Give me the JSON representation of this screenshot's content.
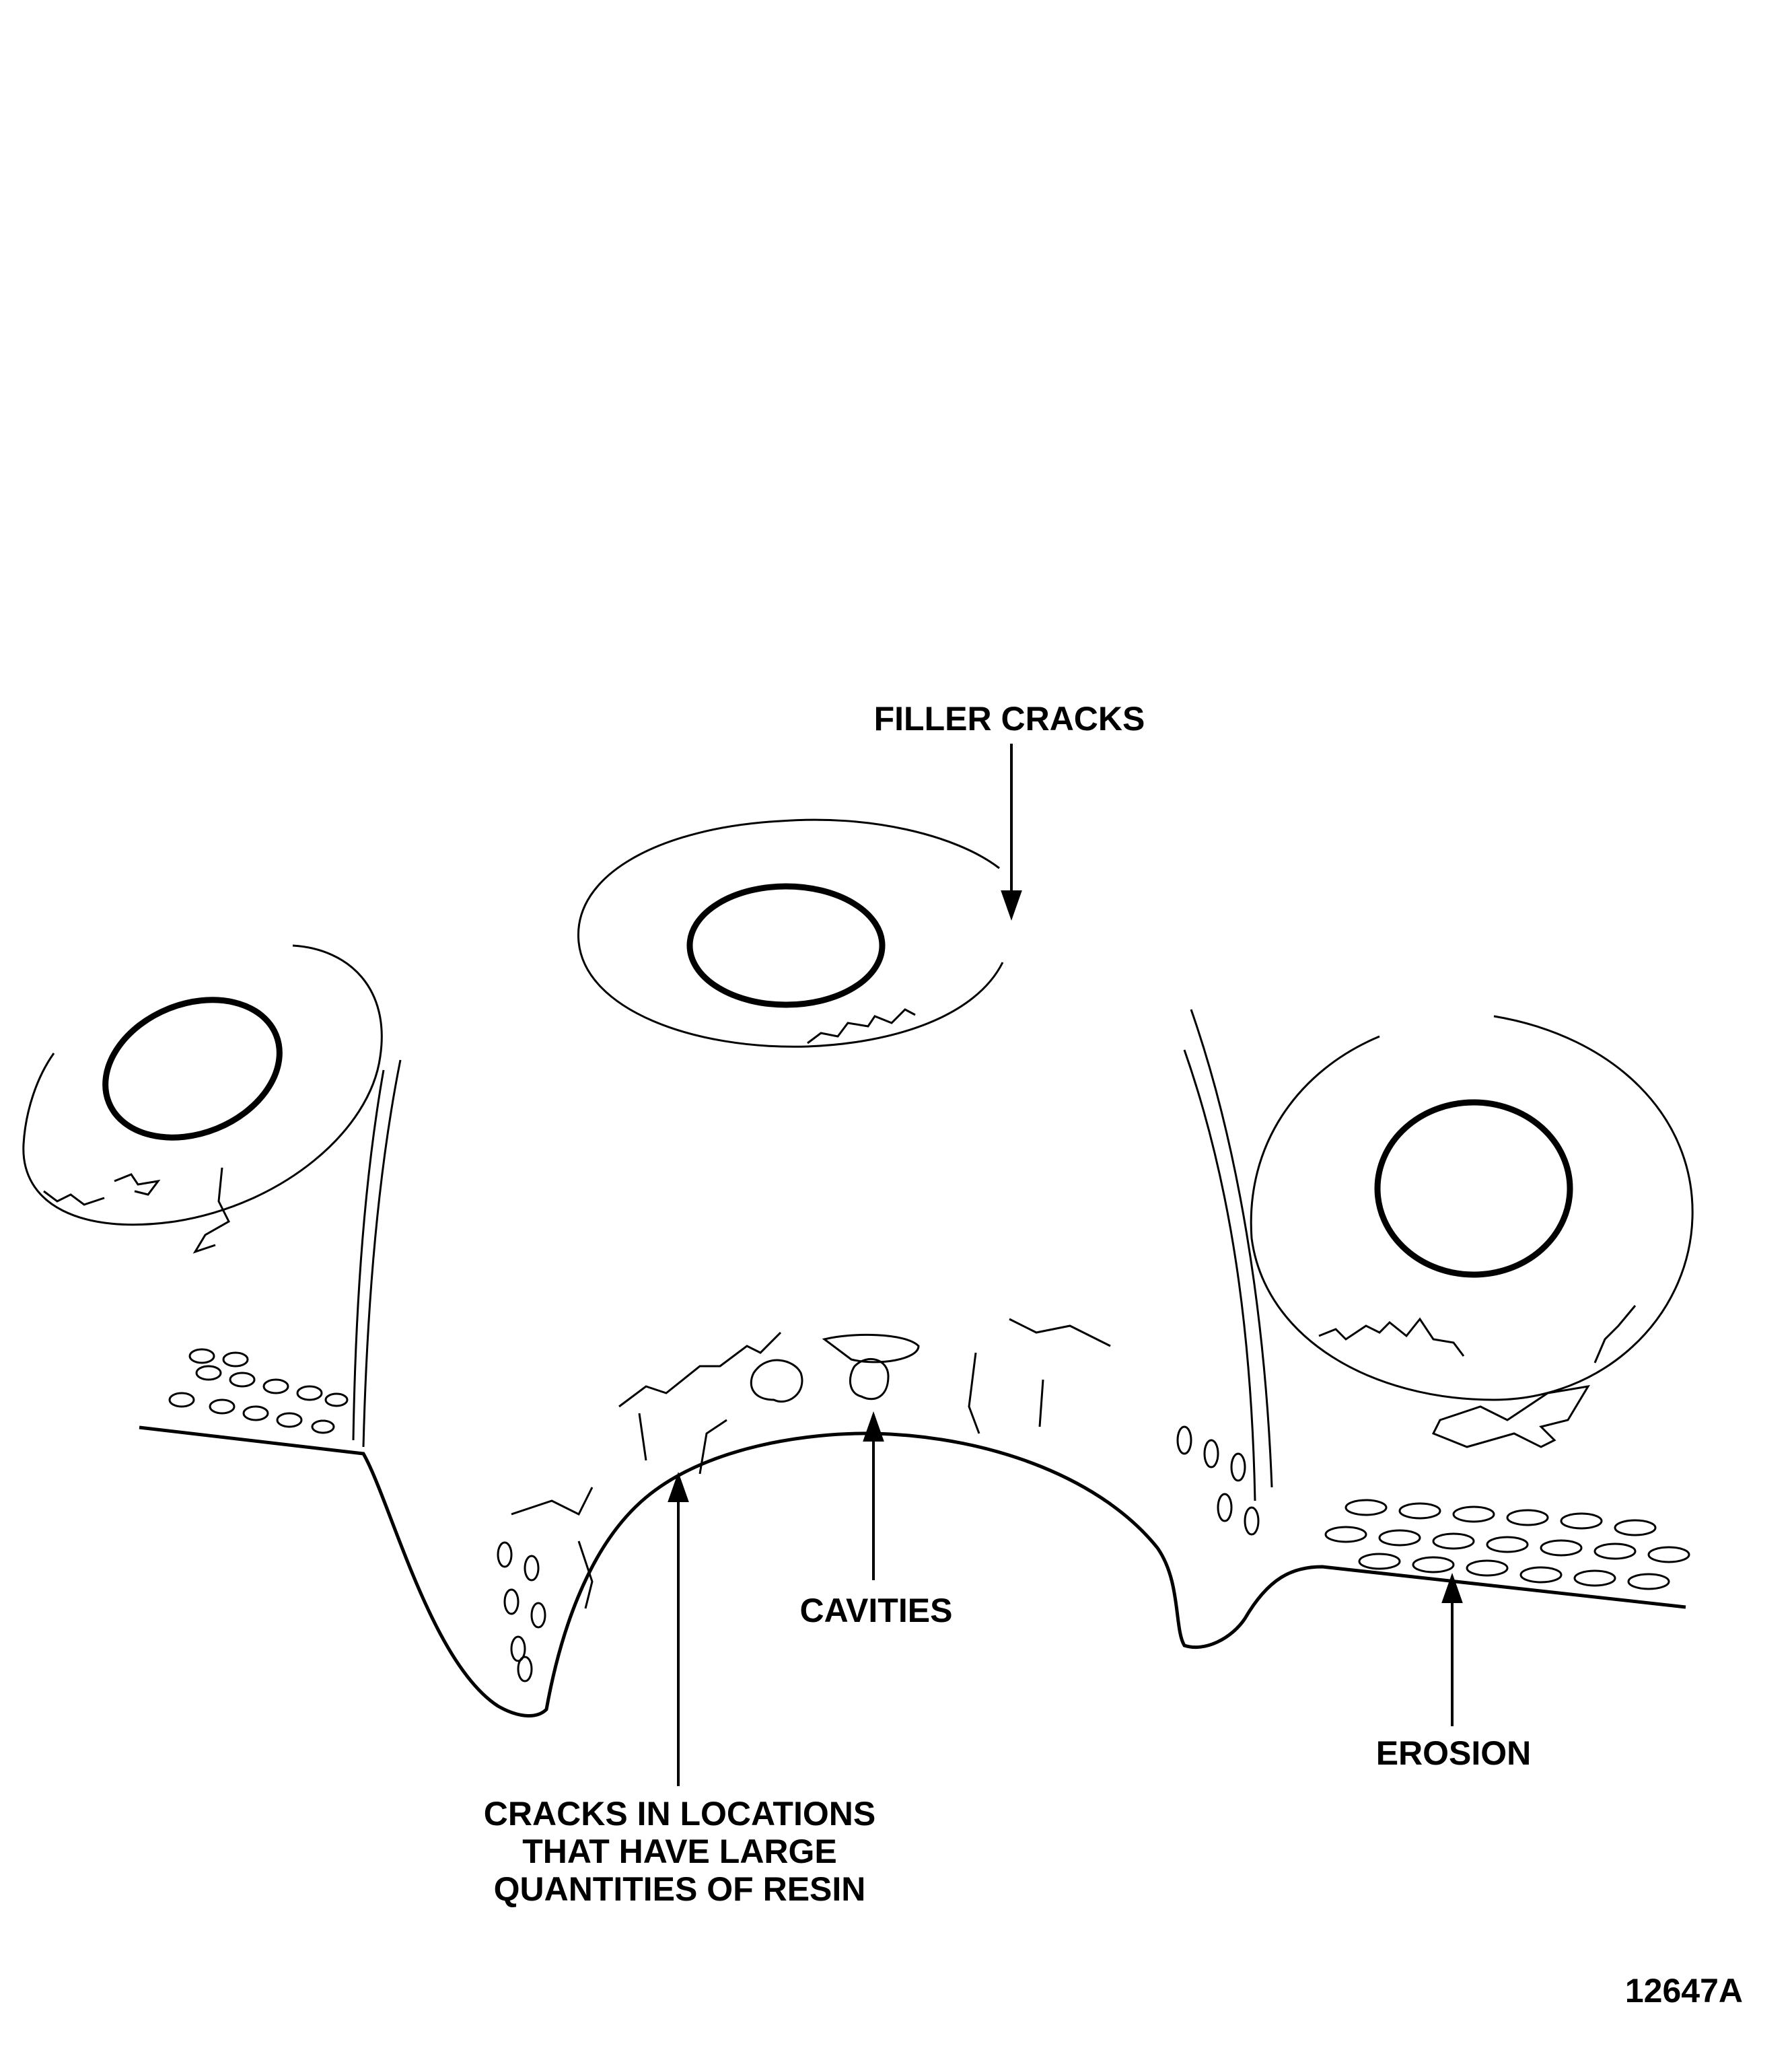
{
  "labels": {
    "filler_cracks": "FILLER CRACKS",
    "cavities": "CAVITIES",
    "erosion": "EROSION",
    "resin_cracks": [
      "CRACKS IN LOCATIONS",
      "THAT HAVE LARGE",
      "QUANTITIES OF RESIN"
    ]
  },
  "figure_id": "12647A"
}
